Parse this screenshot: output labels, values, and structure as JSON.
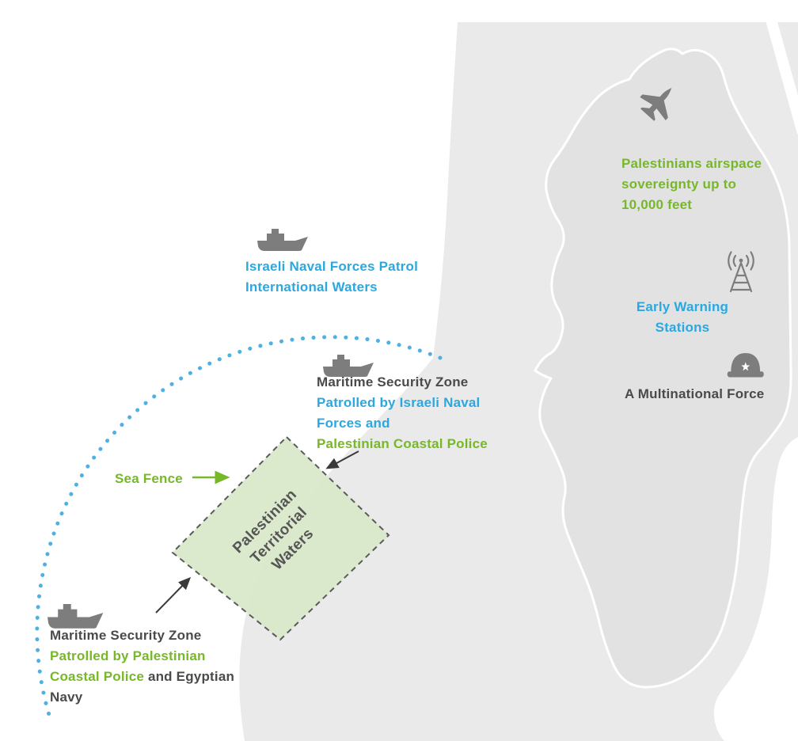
{
  "colors": {
    "sea": "#FFFFFF",
    "land": "#EAEAEA",
    "west_bank": "#E2E2E2",
    "zone_green": "#D9E8CA",
    "text_blue": "#2BA8DF",
    "text_green": "#77B829",
    "text_dark": "#4A4A4A",
    "icon_gray": "#7D7D7D",
    "arc_blue": "#4FB0E3"
  },
  "labels": {
    "israeli_naval_patrol": {
      "line1": "Israeli Naval Forces Patrol",
      "line2": "International Waters"
    },
    "maritime_zone_north": {
      "title": "Maritime Security Zone",
      "line1": "Patrolled by Israeli Naval",
      "line2": "Forces and",
      "line3": "Palestinian Coastal Police"
    },
    "sea_fence": "Sea Fence",
    "territorial_waters": {
      "line1": "Palestinian",
      "line2": "Territorial",
      "line3": "Waters"
    },
    "maritime_zone_south": {
      "title": "Maritime Security Zone",
      "line1": "Patrolled by Palestinian",
      "line2_green": "Coastal Police",
      "line2_dark": " and Egyptian",
      "line3": "Navy"
    },
    "airspace": {
      "line1": "Palestinians airspace",
      "line2": "sovereignty up to",
      "line3": "10,000 feet"
    },
    "early_warning": {
      "line1": "Early Warning",
      "line2": "Stations"
    },
    "multinational_force": "A Multinational Force"
  },
  "icons": {
    "ship": "navy-ship-icon",
    "jet": "fighter-jet-icon",
    "radio_tower": "radio-tower-icon",
    "helmet": "military-helmet-icon"
  }
}
